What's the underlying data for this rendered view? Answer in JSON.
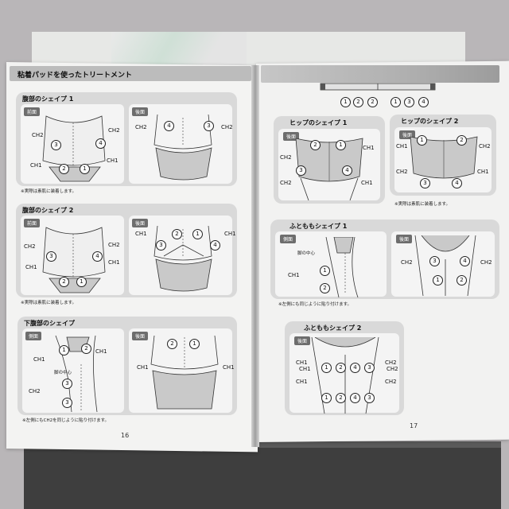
{
  "left_page": {
    "header": "粘着パッドを使ったトリートメント",
    "page_number": "16",
    "sections": [
      {
        "title": "腹部のシェイプ 1",
        "front_label": "前面",
        "back_label": "後面",
        "labels": [
          "CH2",
          "CH2",
          "CH1",
          "CH1",
          "CH2",
          "CH2"
        ],
        "note": "※実際は素肌に装着します。"
      },
      {
        "title": "腹部のシェイプ 2",
        "front_label": "前面",
        "back_label": "後面",
        "labels": [
          "CH2",
          "CH2",
          "CH1",
          "CH1",
          "CH1",
          "CH1"
        ],
        "note": "※実際は素肌に装着します。"
      },
      {
        "title": "下腹部のシェイプ",
        "front_label": "側面",
        "back_label": "後面",
        "labels": [
          "CH1",
          "CH1",
          "CH2",
          "CH1",
          "CH1"
        ],
        "mark": "脚の中心",
        "note": "※左側にもCH2を同じように貼り付けます。"
      }
    ]
  },
  "right_page": {
    "page_number": "17",
    "sections": [
      {
        "title": "ヒップのシェイプ 1",
        "back_label": "後面",
        "labels": [
          "CH1",
          "CH2",
          "CH2",
          "CH1"
        ]
      },
      {
        "title": "ヒップのシェイプ 2",
        "back_label": "後面",
        "labels": [
          "CH1",
          "CH2",
          "CH1",
          "CH2"
        ],
        "note": "※実際は素肌に装着します。"
      },
      {
        "title": "ふとももシェイプ 1",
        "front_label": "側面",
        "back_label": "後面",
        "labels": [
          "CH1",
          "CH2",
          "CH2"
        ],
        "mark": "脚の中心",
        "note": "※左側にも同じように貼り付けます。"
      },
      {
        "title": "ふとももシェイプ 2",
        "back_label": "後面",
        "labels": [
          "CH1",
          "CH2",
          "CH1",
          "CH2",
          "CH1",
          "CH2"
        ]
      }
    ]
  },
  "pad_numbers": [
    "1",
    "2",
    "3",
    "4"
  ]
}
